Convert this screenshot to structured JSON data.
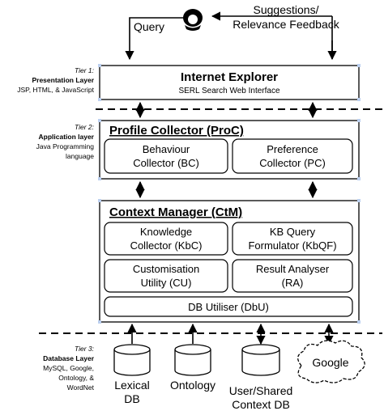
{
  "top": {
    "query": "Query",
    "suggestions_line1": "Suggestions/",
    "suggestions_line2": "Relevance Feedback"
  },
  "tiers": [
    {
      "tier": "Tier 1:",
      "layer": "Presentation Layer",
      "desc": [
        "JSP, HTML, & JavaScript"
      ]
    },
    {
      "tier": "Tier 2:",
      "layer": "Application layer",
      "desc": [
        "Java Programming",
        "language"
      ]
    },
    {
      "tier": "Tier 3:",
      "layer": "Database Layer",
      "desc": [
        "MySQL, Google,",
        "Ontology, &",
        "WordNet"
      ]
    }
  ],
  "ie": {
    "title": "Internet Explorer",
    "subtitle": "SERL Search Web Interface"
  },
  "proc": {
    "title": "Profile Collector (ProC)",
    "bc": [
      "Behaviour",
      "Collector (BC)"
    ],
    "pc": [
      "Preference",
      "Collector (PC)"
    ]
  },
  "ctm": {
    "title": "Context Manager (CtM)",
    "kbc": [
      "Knowledge",
      "Collector (KbC)"
    ],
    "kbqf": [
      "KB Query",
      "Formulator  (KbQF)"
    ],
    "cu": [
      "Customisation",
      "Utility (CU)"
    ],
    "ra": [
      "Result Analyser",
      "(RA)"
    ],
    "dbu": "DB Utiliser (DbU)"
  },
  "databases": {
    "lexical": [
      "Lexical",
      "DB"
    ],
    "ontology": "Ontology",
    "usershared": [
      "User/Shared",
      "Context DB"
    ],
    "google": "Google"
  }
}
